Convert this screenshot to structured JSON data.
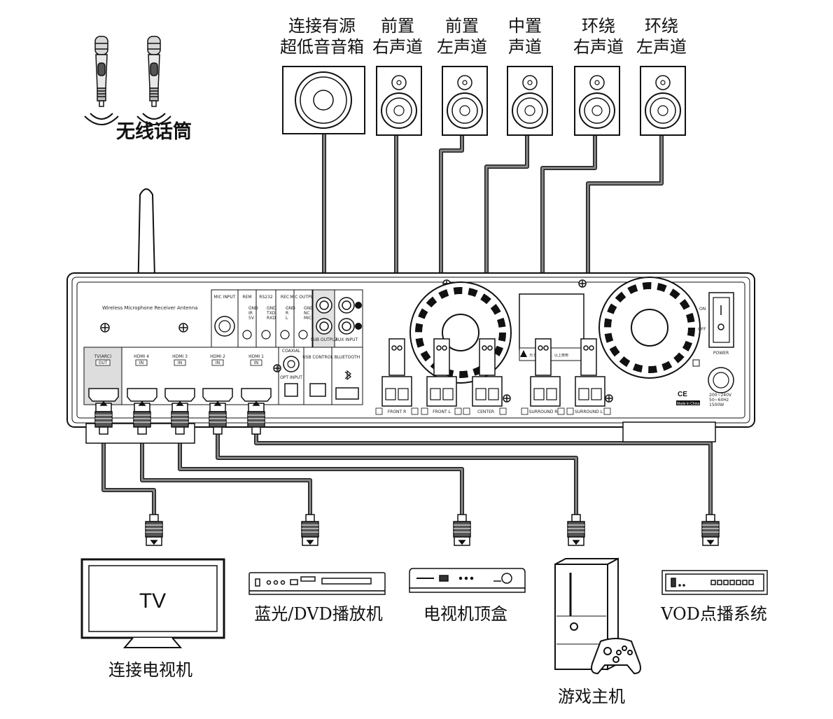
{
  "speakers": [
    {
      "line1": "连接有源",
      "line2": "超低音音箱"
    },
    {
      "line1": "前置",
      "line2": "右声道"
    },
    {
      "line1": "前置",
      "line2": "左声道"
    },
    {
      "line1": "中置",
      "line2": "声道"
    },
    {
      "line1": "环绕",
      "line2": "右声道"
    },
    {
      "line1": "环绕",
      "line2": "左声道"
    }
  ],
  "microphones": {
    "label": "无线话筒"
  },
  "receiver": {
    "antenna_label": "Wireless Microphone Receiver Antenna",
    "hdmi_ports": [
      {
        "name": "TV(ARC)",
        "badge": "OUT"
      },
      {
        "name": "HDMI 4",
        "badge": "IN"
      },
      {
        "name": "HDMI 3",
        "badge": "IN"
      },
      {
        "name": "HDMI 2",
        "badge": "IN"
      },
      {
        "name": "HDMI 1",
        "badge": "IN"
      }
    ],
    "panel": {
      "mic_input": "MIC INPUT",
      "rem": "REM",
      "rem_pins": [
        "GND",
        "IR",
        "5V"
      ],
      "rs232": "RS232",
      "rs232_pins": [
        "GND",
        "TXD",
        "RXD"
      ],
      "rec": "REC",
      "rec_pins": [
        "GND",
        "R",
        "L"
      ],
      "mic_output": "MIC OUTPUT",
      "mic_output_pins": [
        "GND",
        "NC",
        "MIC"
      ],
      "sub_output": "SUB OUTPUT",
      "aux_input": "AUX INPUT",
      "coaxial": "COAXIAL",
      "opt_input": "OPT INPUT",
      "usb_control": "USB CONTROL",
      "bluetooth": "BLUETOOTH"
    },
    "terminals": [
      "FRONT R",
      "FRONT L",
      "CENTER",
      "SURROUND R",
      "SURROUND L"
    ],
    "warning": "为了 ... 建议 ... 以上使用",
    "power": {
      "on": "ON",
      "off": "OFF",
      "label": "POWER",
      "rating": [
        "200~240V",
        "50~60Hz",
        "1500W"
      ]
    },
    "cert": {
      "ce": "CE",
      "made": "Made in China"
    }
  },
  "devices": [
    {
      "label": "连接电视机",
      "screen_text": "TV"
    },
    {
      "label": "蓝光/DVD播放机"
    },
    {
      "label": "电视机顶盒"
    },
    {
      "label": "游戏主机"
    },
    {
      "label": "VOD点播系统"
    }
  ],
  "colors": {
    "cable": "#8a8a8a",
    "line": "#1a1a1a"
  }
}
